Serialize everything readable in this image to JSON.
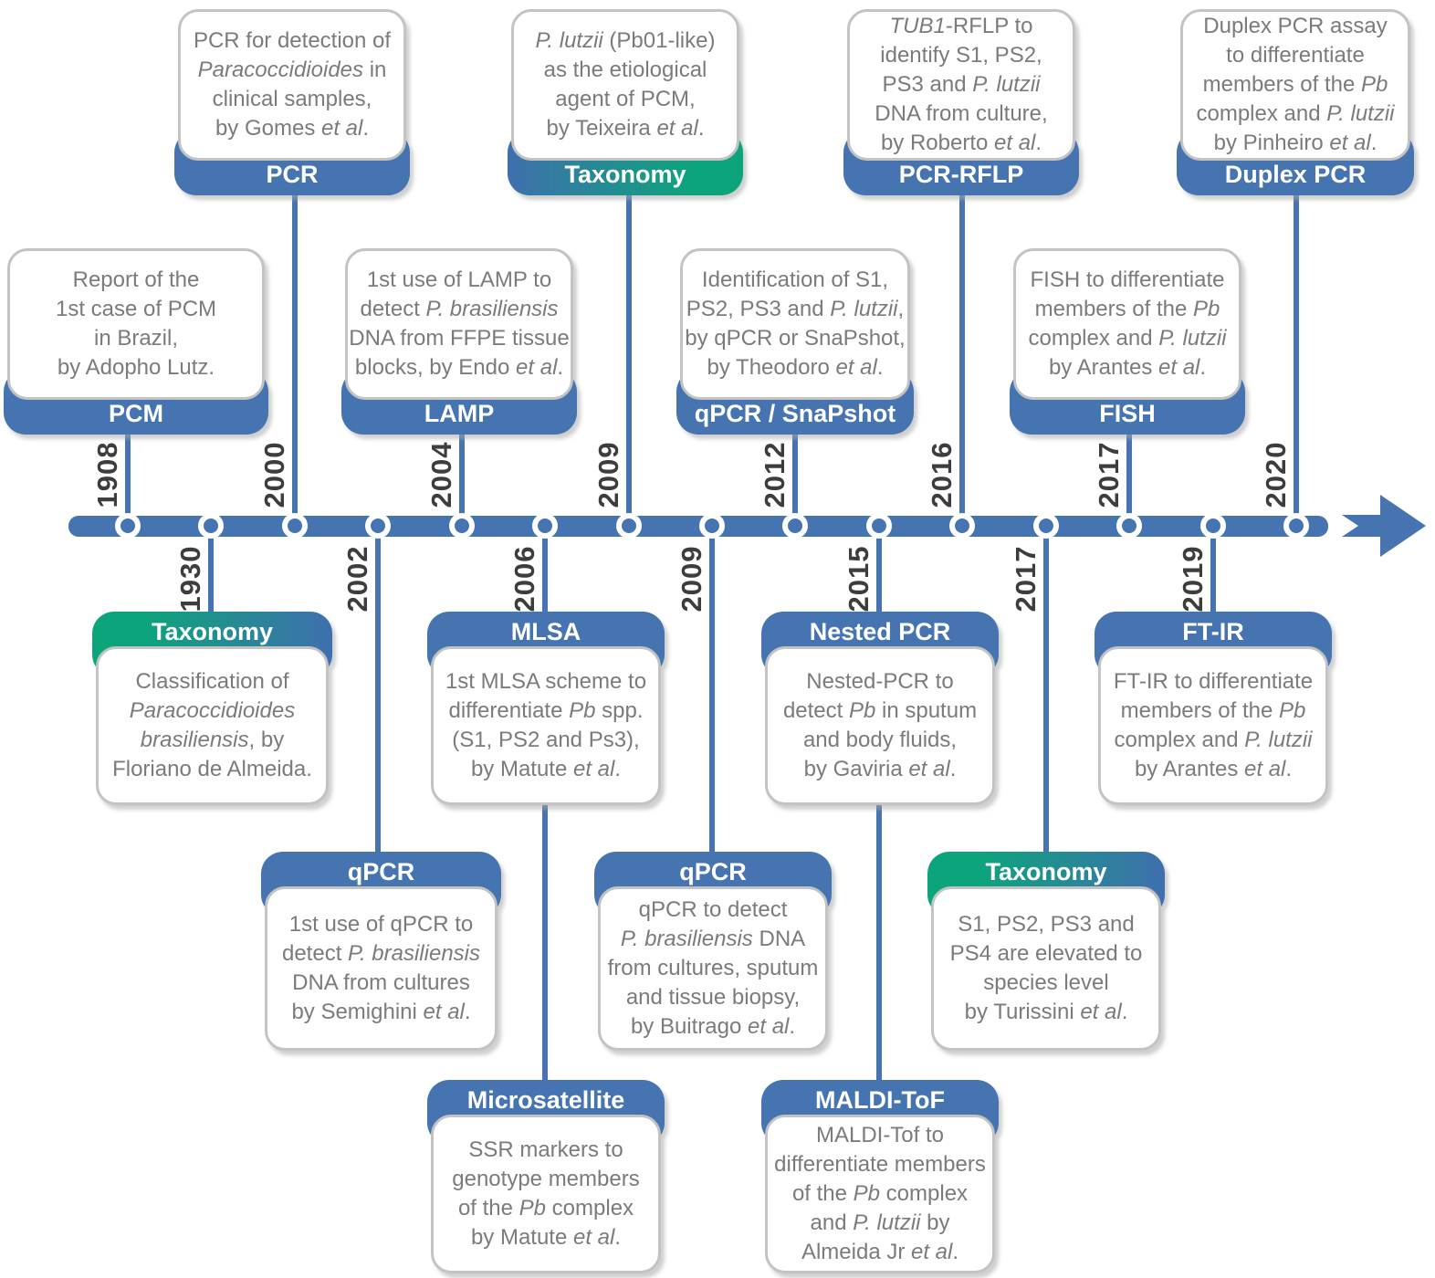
{
  "colors": {
    "accent_blue": "#4574b0",
    "accent_green": "#0ca57b",
    "body_text": "#7b7b7b",
    "year_text": "#3d3d3d",
    "box_border": "#c3c3c3"
  },
  "timeline": {
    "dots": [
      {
        "year": "1908",
        "side": "top"
      },
      {
        "year": "1930",
        "side": "bottom"
      },
      {
        "year": "2000",
        "side": "top"
      },
      {
        "year": "2002",
        "side": "bottom"
      },
      {
        "year": "2004",
        "side": "top"
      },
      {
        "year": "2006",
        "side": "bottom"
      },
      {
        "year": "2009",
        "side": "top"
      },
      {
        "year": "2009",
        "side": "bottom"
      },
      {
        "year": "2012",
        "side": "top"
      },
      {
        "year": "2015",
        "side": "bottom"
      },
      {
        "year": "2016",
        "side": "top"
      },
      {
        "year": "2017",
        "side": "bottom"
      },
      {
        "year": "2017",
        "side": "top"
      },
      {
        "year": "2019",
        "side": "bottom"
      },
      {
        "year": "2020",
        "side": "top"
      }
    ]
  },
  "events": {
    "pcm1908": {
      "label": "PCM",
      "year": "1908",
      "body": [
        [
          [
            "n",
            "Report of the"
          ]
        ],
        [
          [
            "n",
            "1st case of PCM"
          ]
        ],
        [
          [
            "n",
            "in Brazil,"
          ]
        ],
        [
          [
            "n",
            "by Adopho Lutz."
          ]
        ]
      ]
    },
    "pcr2000": {
      "label": "PCR",
      "year": "2000",
      "body": [
        [
          [
            "n",
            "PCR for detection of"
          ]
        ],
        [
          [
            "i",
            "Paracoccidioides"
          ],
          [
            "n",
            " in"
          ]
        ],
        [
          [
            "n",
            "clinical samples,"
          ]
        ],
        [
          [
            "n",
            "by Gomes "
          ],
          [
            "i",
            "et al"
          ],
          [
            "n",
            "."
          ]
        ]
      ]
    },
    "lamp2004": {
      "label": "LAMP",
      "year": "2004",
      "body": [
        [
          [
            "n",
            "1st use of LAMP to"
          ]
        ],
        [
          [
            "n",
            "detect "
          ],
          [
            "i",
            "P. brasiliensis"
          ]
        ],
        [
          [
            "n",
            "DNA from FFPE tissue"
          ]
        ],
        [
          [
            "n",
            "blocks, by Endo "
          ],
          [
            "i",
            "et al"
          ],
          [
            "n",
            "."
          ]
        ]
      ]
    },
    "tax2009": {
      "label": "Taxonomy",
      "year": "2009",
      "body": [
        [
          [
            "i",
            "P. lutzii"
          ],
          [
            "n",
            " (Pb01-like)"
          ]
        ],
        [
          [
            "n",
            "as the etiological"
          ]
        ],
        [
          [
            "n",
            "agent of PCM,"
          ]
        ],
        [
          [
            "n",
            "by Teixeira "
          ],
          [
            "i",
            "et al"
          ],
          [
            "n",
            "."
          ]
        ]
      ]
    },
    "snap2012": {
      "label": "qPCR / SnaPshot",
      "year": "2012",
      "body": [
        [
          [
            "n",
            "Identification of S1,"
          ]
        ],
        [
          [
            "n",
            "PS2, PS3 and "
          ],
          [
            "i",
            "P. lutzii"
          ],
          [
            "n",
            ","
          ]
        ],
        [
          [
            "n",
            "by qPCR or SnaPshot,"
          ]
        ],
        [
          [
            "n",
            "by Theodoro "
          ],
          [
            "i",
            "et al"
          ],
          [
            "n",
            "."
          ]
        ]
      ]
    },
    "rflp2016": {
      "label": "PCR-RFLP",
      "year": "2016",
      "body": [
        [
          [
            "i",
            "TUB1"
          ],
          [
            "n",
            "-RFLP to"
          ]
        ],
        [
          [
            "n",
            "identify S1, PS2,"
          ]
        ],
        [
          [
            "n",
            "PS3 and "
          ],
          [
            "i",
            "P. lutzii"
          ]
        ],
        [
          [
            "n",
            "DNA from culture,"
          ]
        ],
        [
          [
            "n",
            "by Roberto "
          ],
          [
            "i",
            "et al"
          ],
          [
            "n",
            "."
          ]
        ]
      ]
    },
    "fish2017": {
      "label": "FISH",
      "year": "2017",
      "body": [
        [
          [
            "n",
            "FISH to differentiate"
          ]
        ],
        [
          [
            "n",
            "members of the "
          ],
          [
            "i",
            "Pb"
          ]
        ],
        [
          [
            "n",
            "complex and "
          ],
          [
            "i",
            "P. lutzii"
          ]
        ],
        [
          [
            "n",
            "by Arantes "
          ],
          [
            "i",
            "et al"
          ],
          [
            "n",
            "."
          ]
        ]
      ]
    },
    "duplex2020": {
      "label": "Duplex PCR",
      "year": "2020",
      "body": [
        [
          [
            "n",
            "Duplex PCR assay"
          ]
        ],
        [
          [
            "n",
            "to differentiate"
          ]
        ],
        [
          [
            "n",
            "members of the "
          ],
          [
            "i",
            "Pb"
          ]
        ],
        [
          [
            "n",
            "complex and "
          ],
          [
            "i",
            "P. lutzii"
          ]
        ],
        [
          [
            "n",
            "by Pinheiro "
          ],
          [
            "i",
            "et al"
          ],
          [
            "n",
            "."
          ]
        ]
      ]
    },
    "tax1930": {
      "label": "Taxonomy",
      "year": "1930",
      "body": [
        [
          [
            "n",
            "Classification of"
          ]
        ],
        [
          [
            "i",
            "Paracoccidioides"
          ]
        ],
        [
          [
            "i",
            "brasiliensis"
          ],
          [
            "n",
            ", by"
          ]
        ],
        [
          [
            "n",
            "Floriano de Almeida."
          ]
        ]
      ]
    },
    "qpcr2002": {
      "label": "qPCR",
      "year": "2002",
      "body": [
        [
          [
            "n",
            "1st use of qPCR to"
          ]
        ],
        [
          [
            "n",
            "detect "
          ],
          [
            "i",
            "P. brasiliensis"
          ]
        ],
        [
          [
            "n",
            "DNA from cultures"
          ]
        ],
        [
          [
            "n",
            "by Semighini "
          ],
          [
            "i",
            "et al"
          ],
          [
            "n",
            "."
          ]
        ]
      ]
    },
    "mlsa2006": {
      "label": "MLSA",
      "year": "2006",
      "body": [
        [
          [
            "n",
            "1st MLSA scheme to"
          ]
        ],
        [
          [
            "n",
            "differentiate "
          ],
          [
            "i",
            "Pb"
          ],
          [
            "n",
            " spp."
          ]
        ],
        [
          [
            "n",
            "(S1, PS2 and Ps3),"
          ]
        ],
        [
          [
            "n",
            "by Matute "
          ],
          [
            "i",
            "et al"
          ],
          [
            "n",
            "."
          ]
        ]
      ]
    },
    "micro2006": {
      "label": "Microsatellite",
      "year": "2006",
      "body": [
        [
          [
            "n",
            "SSR markers to"
          ]
        ],
        [
          [
            "n",
            "genotype members"
          ]
        ],
        [
          [
            "n",
            "of the "
          ],
          [
            "i",
            "Pb"
          ],
          [
            "n",
            " complex"
          ]
        ],
        [
          [
            "n",
            "by Matute "
          ],
          [
            "i",
            "et al"
          ],
          [
            "n",
            "."
          ]
        ]
      ]
    },
    "qpcr2009": {
      "label": "qPCR",
      "year": "2009",
      "body": [
        [
          [
            "n",
            "qPCR to detect"
          ]
        ],
        [
          [
            "i",
            "P. brasiliensis"
          ],
          [
            "n",
            " DNA"
          ]
        ],
        [
          [
            "n",
            "from cultures, sputum"
          ]
        ],
        [
          [
            "n",
            "and tissue biopsy,"
          ]
        ],
        [
          [
            "n",
            "by Buitrago "
          ],
          [
            "i",
            "et al"
          ],
          [
            "n",
            "."
          ]
        ]
      ]
    },
    "nested2015": {
      "label": "Nested PCR",
      "year": "2015",
      "body": [
        [
          [
            "n",
            "Nested-PCR to"
          ]
        ],
        [
          [
            "n",
            "detect "
          ],
          [
            "i",
            "Pb"
          ],
          [
            "n",
            " in sputum"
          ]
        ],
        [
          [
            "n",
            "and body fluids,"
          ]
        ],
        [
          [
            "n",
            "by Gaviria "
          ],
          [
            "i",
            "et al"
          ],
          [
            "n",
            "."
          ]
        ]
      ]
    },
    "maldi2015": {
      "label": "MALDI-ToF",
      "year": "2015",
      "body": [
        [
          [
            "n",
            "MALDI-Tof to"
          ]
        ],
        [
          [
            "n",
            "differentiate members"
          ]
        ],
        [
          [
            "n",
            "of the "
          ],
          [
            "i",
            "Pb"
          ],
          [
            "n",
            " complex"
          ]
        ],
        [
          [
            "n",
            "and "
          ],
          [
            "i",
            "P. lutzii"
          ],
          [
            "n",
            " by"
          ]
        ],
        [
          [
            "n",
            "Almeida Jr "
          ],
          [
            "i",
            "et al"
          ],
          [
            "n",
            "."
          ]
        ]
      ]
    },
    "tax2017": {
      "label": "Taxonomy",
      "year": "2017",
      "body": [
        [
          [
            "n",
            "S1, PS2, PS3 and"
          ]
        ],
        [
          [
            "n",
            "PS4 are elevated to"
          ]
        ],
        [
          [
            "n",
            "species level"
          ]
        ],
        [
          [
            "n",
            "by Turissini "
          ],
          [
            "i",
            "et al"
          ],
          [
            "n",
            "."
          ]
        ]
      ]
    },
    "ftir2019": {
      "label": "FT-IR",
      "year": "2019",
      "body": [
        [
          [
            "n",
            "FT-IR to differentiate"
          ]
        ],
        [
          [
            "n",
            "members of the "
          ],
          [
            "i",
            "Pb"
          ]
        ],
        [
          [
            "n",
            "complex and "
          ],
          [
            "i",
            "P. lutzii"
          ]
        ],
        [
          [
            "n",
            "by Arantes "
          ],
          [
            "i",
            "et al"
          ],
          [
            "n",
            "."
          ]
        ]
      ]
    }
  }
}
